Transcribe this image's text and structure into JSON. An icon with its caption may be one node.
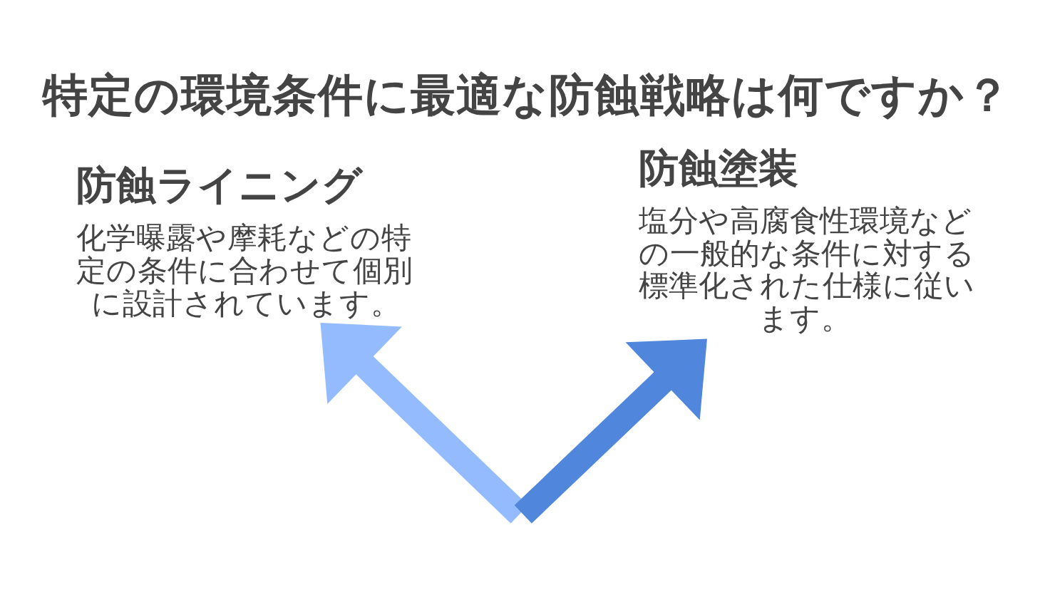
{
  "diagram": {
    "title": "特定の環境条件に最適な防蝕戦略は何ですか？",
    "nodes": [
      {
        "text": [
          "防蝕ライニング",
          "化学曝露や摩耗などの特定の条件に合わせて個別に設計されています。"
        ]
      },
      {
        "text": [
          "防蝕塗装",
          "塩分や高腐食性環境などの一般的な条件に対する標準化された仕様に従います。"
        ]
      }
    ],
    "edges": [
      {
        "from": null,
        "to": 0,
        "arrow": "to",
        "color": "#94bbfd"
      },
      {
        "from": null,
        "to": 1,
        "arrow": "to",
        "color": "#5086db"
      }
    ]
  }
}
